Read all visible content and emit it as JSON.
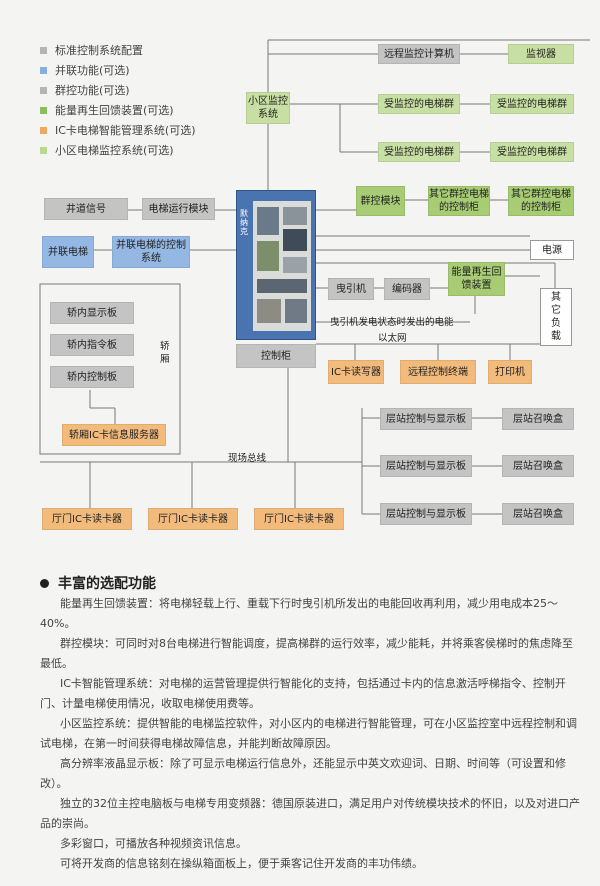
{
  "legend": [
    {
      "label": "标准控制系统配置",
      "color": "#b5b5b5"
    },
    {
      "label": "并联功能(可选)",
      "color": "#86aede"
    },
    {
      "label": "群控功能(可选)",
      "color": "#b5b5b5"
    },
    {
      "label": "能量再生回馈装置(可选)",
      "color": "#8bbd5a"
    },
    {
      "label": "IC卡电梯智能管理系统(可选)",
      "color": "#f0a860"
    },
    {
      "label": "小区电梯监控系统(可选)",
      "color": "#b9d98e"
    }
  ],
  "boxes": {
    "remote_computer": "远程监控计算机",
    "monitor": "监视器",
    "community_monitor": "小区监控系统",
    "monitored_group_1": "受监控的电梯群",
    "monitored_group_2": "受监控的电梯群",
    "monitored_group_3": "受监控的电梯群",
    "monitored_group_4": "受监控的电梯群",
    "group_module": "群控模块",
    "other_group_1": "其它群控电梯的控制柜",
    "other_group_2": "其它群控电梯的控制柜",
    "hoistway_signal": "井道信号",
    "run_module": "电梯运行模块",
    "parallel_elevator": "并联电梯",
    "parallel_control": "并联电梯的控制系统",
    "power_source": "电源",
    "traction_machine": "曳引机",
    "encoder": "编码器",
    "energy_regen": "能量再生回馈装置",
    "other_load": "其它负载",
    "car_display": "轿内显示板",
    "car_command": "轿内指令板",
    "car_control": "轿内控制板",
    "car_ic_server": "轿厢IC卡信息服务器",
    "control_cabinet": "控制柜",
    "ic_writer": "IC卡读写器",
    "remote_terminal": "远程控制终端",
    "printer": "打印机",
    "landing_control_1": "层站控制与显示板",
    "landing_control_2": "层站控制与显示板",
    "landing_control_3": "层站控制与显示板",
    "landing_call_1": "层站召唤盒",
    "landing_call_2": "层站召唤盒",
    "landing_call_3": "层站召唤盒",
    "hall_ic_1": "厅门IC卡读卡器",
    "hall_ic_2": "厅门IC卡读卡器",
    "hall_ic_3": "厅门IC卡读卡器"
  },
  "labels": {
    "car": "轿厢",
    "regen_note": "曳引机发电状态时发出的电能",
    "ethernet": "以太网",
    "field_bus": "现场总线",
    "cabinet_text": "默纳克"
  },
  "section": {
    "title": "丰富的选配功能",
    "paragraphs": [
      "能量再生回馈装置：将电梯轻载上行、重载下行时曳引机所发出的电能回收再利用，减少用电成本25～40%。",
      "群控模块：可同时对8台电梯进行智能调度，提高梯群的运行效率，减少能耗，并将乘客侯梯时的焦虑降至最低。",
      "IC卡智能管理系统：对电梯的运营管理提供行智能化的支持，包括通过卡内的信息激活呼梯指令、控制开门、计量电梯使用情况，收取电梯使用费等。",
      "小区监控系统：提供智能的电梯监控软件，对小区内的电梯进行智能管理，可在小区监控室中远程控制和调试电梯，在第一时间获得电梯故障信息，并能判断故障原因。",
      "高分辨率液晶显示板：除了可显示电梯运行信息外，还能显示中英文欢迎词、日期、时间等（可设置和修改）。",
      "独立的32位主控电脑板与电梯专用变频器：德国原装进口，满足用户对传统模块技术的怀旧，以及对进口产品的崇尚。",
      "多彩窗口，可播放各种视频资讯信息。",
      "可将开发商的信息铭刻在操纵箱面板上，便于乘客记住开发商的丰功伟绩。"
    ]
  }
}
